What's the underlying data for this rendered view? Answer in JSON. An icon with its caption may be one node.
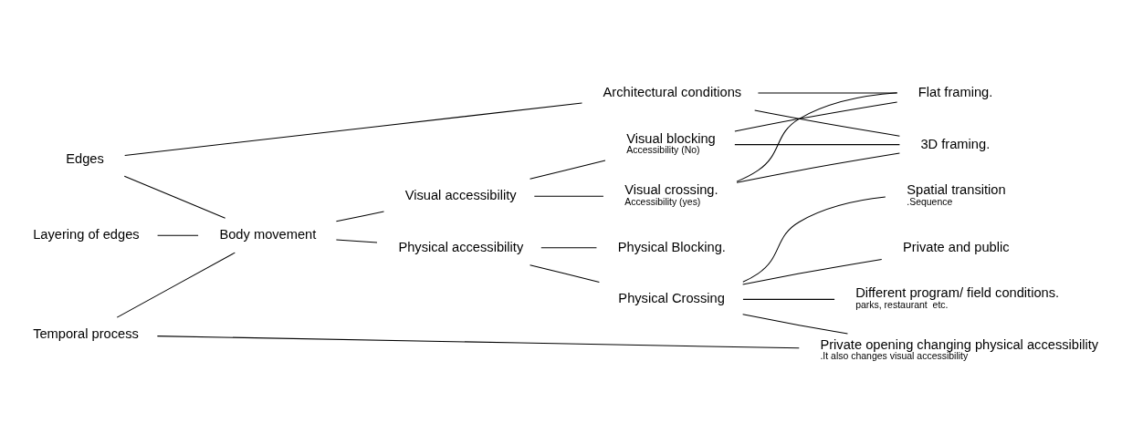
{
  "diagram": {
    "nodes": [
      {
        "text": [
          "Edges"
        ]
      },
      {
        "text": [
          "Layering of edges"
        ]
      },
      {
        "text": [
          "Temporal process"
        ]
      },
      {
        "text": [
          "Body movement"
        ]
      },
      {
        "text": [
          "Physical accessibility"
        ]
      },
      {
        "text": [
          "Visual accessibility"
        ]
      },
      {
        "text": [
          "Physical Crossing"
        ]
      },
      {
        "text": [
          "Physical Blocking."
        ]
      },
      {
        "text": [
          "Visual crossing."
        ],
        "beside": [
          "Accessibility (yes)"
        ]
      },
      {
        "text": [
          "Visual blocking"
        ],
        "beside": [
          "Accessibility (No)"
        ]
      },
      {
        "text": [
          "Private and public"
        ]
      },
      {
        "text": [
          "Different program/ field conditions."
        ],
        "beside": [
          "parks, restaurant  etc."
        ]
      },
      {
        "text": [
          "Private opening changing physical accessibility"
        ],
        "beside": [
          ".It also changes visual accessibility"
        ]
      },
      {
        "text": [
          "Spatial transition"
        ],
        "beside": [
          ".Sequence"
        ]
      },
      {
        "text": [
          "Architectural conditions"
        ]
      },
      {
        "text": [
          "Flat framing."
        ]
      },
      {
        "text": [
          "3D framing."
        ]
      }
    ],
    "edges": [
      {
        "from": 0,
        "to": 3,
        "arrow": "none"
      },
      {
        "from": 1,
        "to": 3,
        "arrow": "none"
      },
      {
        "from": 2,
        "to": 3,
        "arrow": "none"
      },
      {
        "from": 0,
        "to": 14,
        "arrow": "none"
      },
      {
        "from": 2,
        "to": 12,
        "arrow": "none"
      },
      {
        "from": 3,
        "to": 4,
        "arrow": "none"
      },
      {
        "from": 3,
        "to": 5,
        "arrow": "none"
      },
      {
        "from": 4,
        "to": 6,
        "arrow": "none"
      },
      {
        "from": 4,
        "to": 7,
        "arrow": "none"
      },
      {
        "from": 5,
        "to": 8,
        "arrow": "none"
      },
      {
        "from": 5,
        "to": 9,
        "arrow": "none"
      },
      {
        "from": 6,
        "to": 10,
        "arrow": "none"
      },
      {
        "from": 6,
        "to": 11,
        "arrow": "none"
      },
      {
        "from": 6,
        "to": 12,
        "arrow": "none"
      },
      {
        "from": 6,
        "to": 13,
        "arrow": "none"
      },
      {
        "from": 8,
        "to": 15,
        "arrow": "none"
      },
      {
        "from": 8,
        "to": 16,
        "arrow": "none"
      },
      {
        "from": 9,
        "to": 15,
        "arrow": "none"
      },
      {
        "from": 9,
        "to": 16,
        "arrow": "none"
      },
      {
        "from": 14,
        "to": 15,
        "arrow": "none"
      },
      {
        "from": 14,
        "to": 16,
        "arrow": "none"
      }
    ]
  }
}
